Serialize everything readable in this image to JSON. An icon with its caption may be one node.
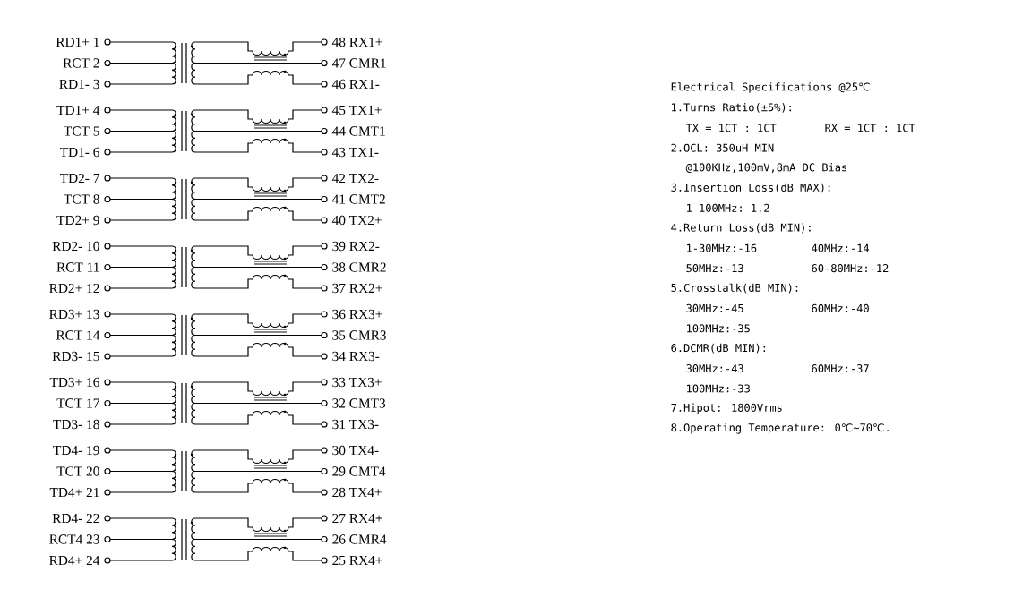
{
  "diagram": {
    "labels": [
      "RD1+ 1",
      "48 RX1+",
      "RCT 2",
      "47 CMR1",
      "RD1- 3",
      "46 RX1-",
      "TD1+ 4",
      "45 TX1+",
      "TCT 5",
      "44 CMT1",
      "TD1- 6",
      "43 TX1-",
      "TD2- 7",
      "42 TX2-",
      "TCT 8",
      "41 CMT2",
      "TD2+ 9",
      "40 TX2+",
      "RD2- 10",
      "39 RX2-",
      "RCT 11",
      "38 CMR2",
      "RD2+ 12",
      "37 RX2+",
      "RD3+ 13",
      "36 RX3+",
      "RCT 14",
      "35 CMR3",
      "RD3- 15",
      "34 RX3-",
      "TD3+ 16",
      "33 TX3+",
      "TCT 17",
      "32 CMT3",
      "TD3- 18",
      "31 TX3-",
      "TD4- 19",
      "30 TX4-",
      "TCT 20",
      "29 CMT4",
      "TD4+ 21",
      "28 TX4+",
      "RD4- 22",
      "27 RX4+",
      "RCT4 23",
      "26 CMR4",
      "RD4+ 24",
      "25 RX4+",
      "Electrical Specifications @25℃",
      "1.Turns Ratio(±5%):",
      "TX = 1CT : 1CT",
      "RX = 1CT : 1CT",
      "2.OCL: 350uH MIN",
      "@100KHz,100mV,8mA DC Bias",
      "3.Insertion Loss(dB MAX):",
      "1-100MHz:-1.2",
      "4.Return Loss(dB MIN):",
      "1-30MHz:-16",
      "40MHz:-14",
      "50MHz:-13",
      "60-80MHz:-12",
      "5.Crosstalk(dB MIN):",
      "30MHz:-45",
      "60MHz:-40",
      "100MHz:-35",
      "6.DCMR(dB MIN):",
      "30MHz:-43",
      "60MHz:-37",
      "100MHz:-33",
      "7.Hipot: 1800Vrms",
      "8.Operating Temperature: 0℃~70℃."
    ]
  }
}
